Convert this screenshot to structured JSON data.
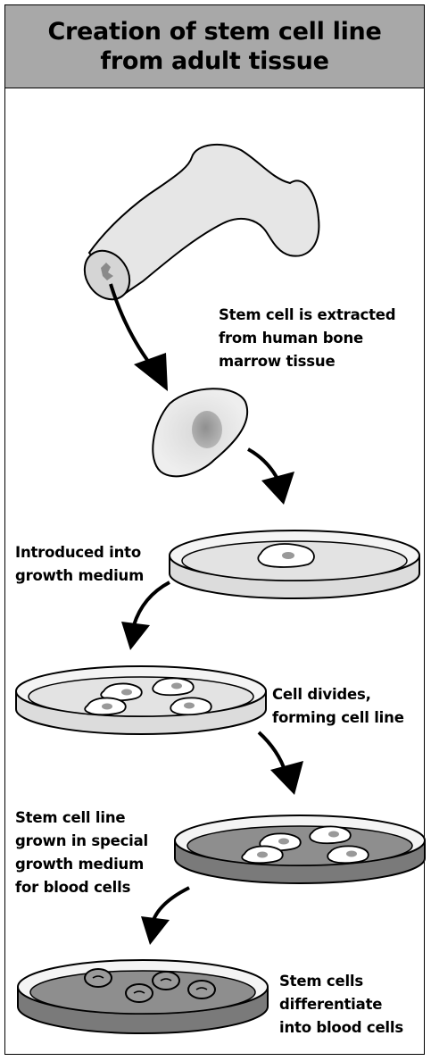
{
  "title": {
    "line1": "Creation of stem cell line",
    "line2": "from adult tissue"
  },
  "steps": [
    {
      "line1": "Stem cell is extracted",
      "line2": "from human bone",
      "line3": "marrow tissue"
    },
    {
      "line1": "Introduced into",
      "line2": "growth medium"
    },
    {
      "line1": "Cell divides,",
      "line2": "forming cell line"
    },
    {
      "line1": "Stem cell line",
      "line2": "grown in special",
      "line3": "growth medium",
      "line4": "for blood cells"
    },
    {
      "line1": "Stem cells",
      "line2": "differentiate",
      "line3": "into blood cells"
    }
  ],
  "colors": {
    "header_bg": "#a8a8a8",
    "bone": "#e6e6e6",
    "dish_light": "#e3e3e3",
    "dish_dark": "#8e8e8e",
    "nucleus": "#999999"
  }
}
